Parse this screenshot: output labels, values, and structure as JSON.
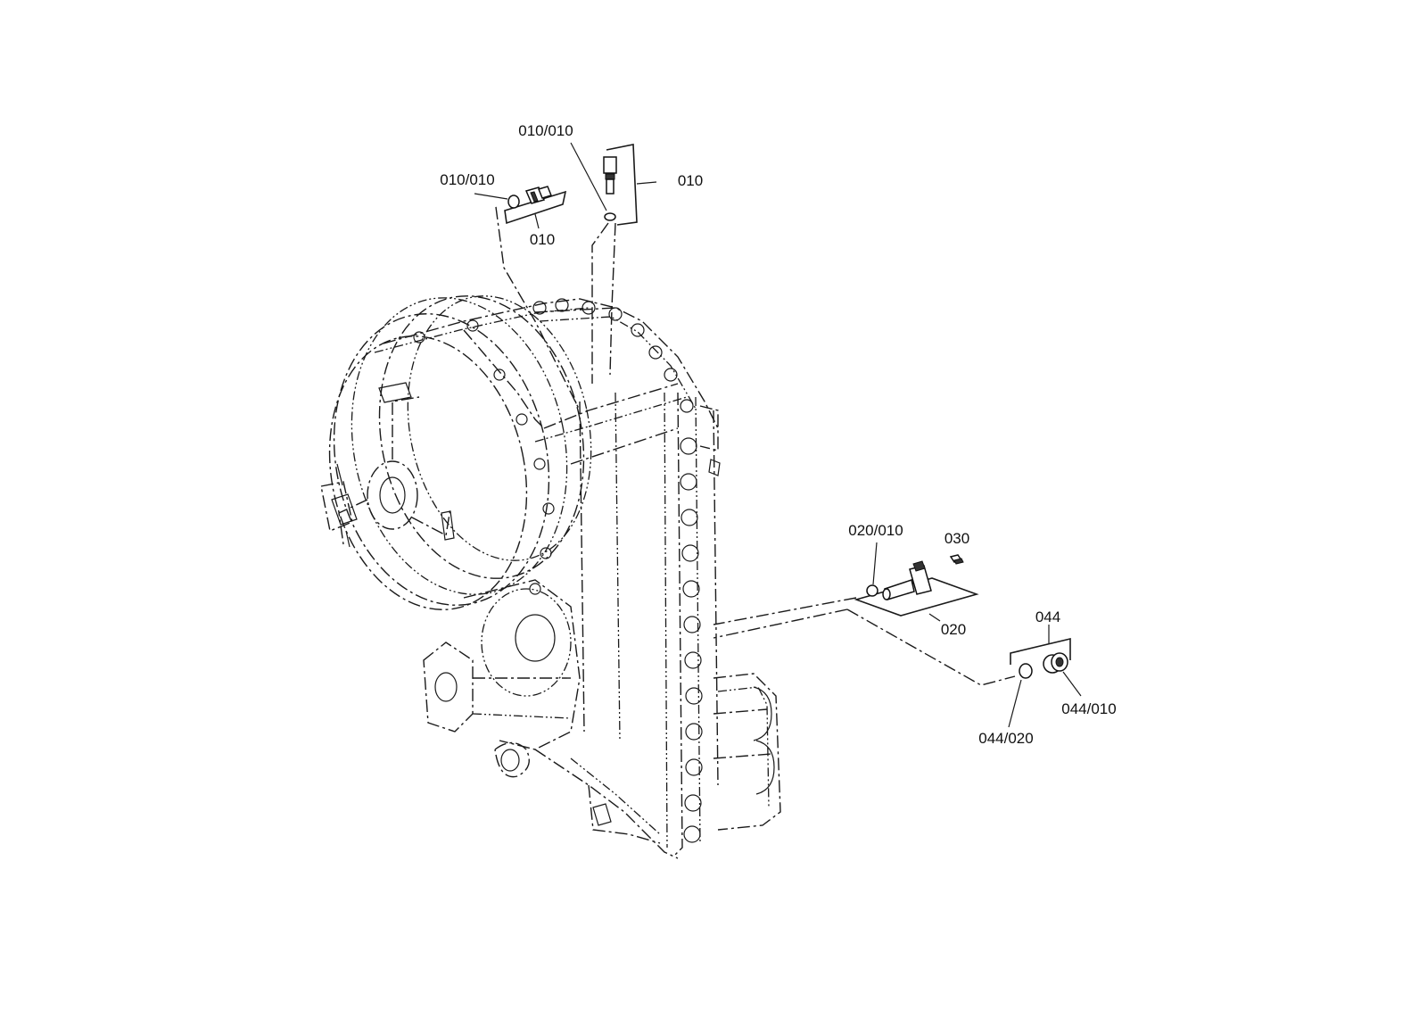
{
  "colors": {
    "ink": "#1a1a1a",
    "background": "#ffffff"
  },
  "callouts": {
    "top_left_ring": "010/010",
    "top_left_group": "010",
    "top_right_ring": "010/010",
    "top_right_group": "010",
    "sensor_ring": "020/010",
    "sensor_group": "020",
    "screw": "030",
    "plug_group": "044",
    "plug": "044/010",
    "plug_ring": "044/020"
  }
}
